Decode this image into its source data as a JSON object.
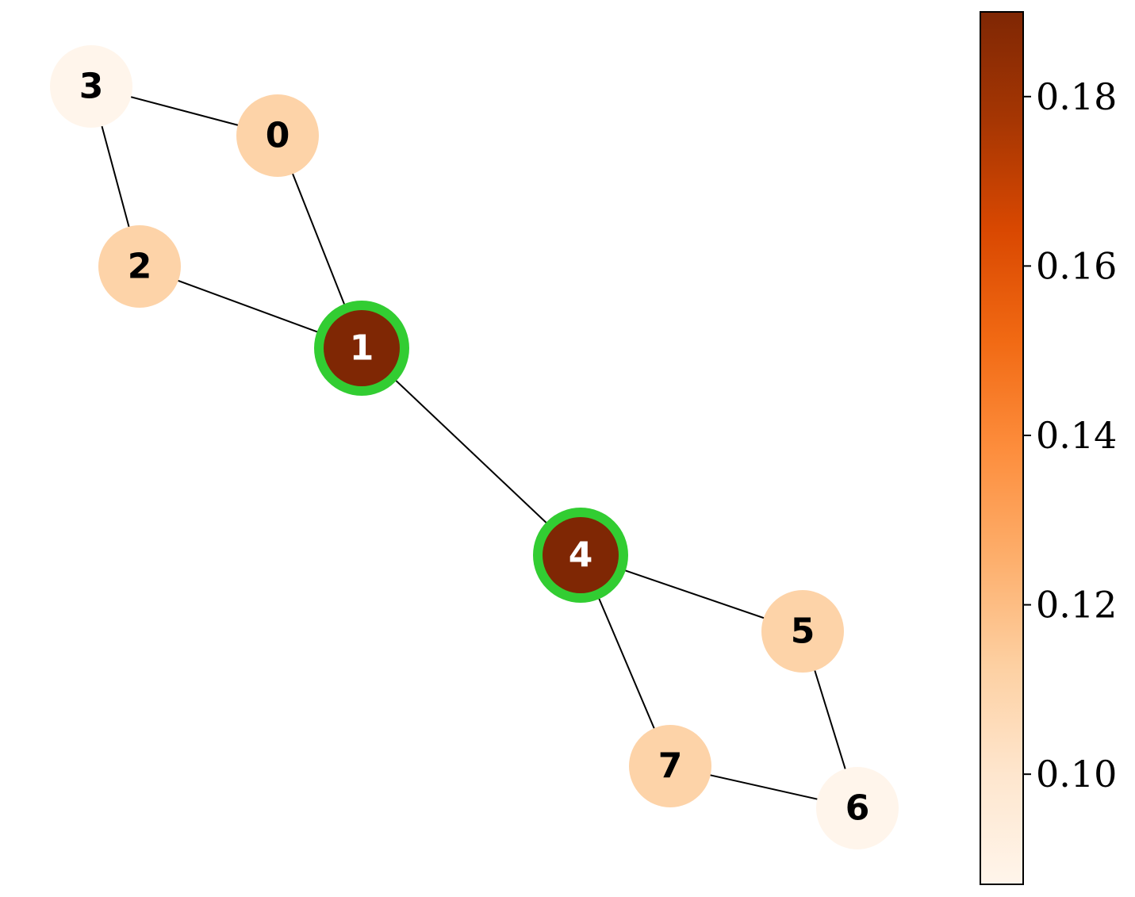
{
  "graph": {
    "nodes": [
      {
        "id": "0",
        "label": "0",
        "value": 0.111,
        "highlighted": false
      },
      {
        "id": "1",
        "label": "1",
        "value": 0.19,
        "highlighted": true
      },
      {
        "id": "2",
        "label": "2",
        "value": 0.111,
        "highlighted": false
      },
      {
        "id": "3",
        "label": "3",
        "value": 0.087,
        "highlighted": false
      },
      {
        "id": "4",
        "label": "4",
        "value": 0.19,
        "highlighted": true
      },
      {
        "id": "5",
        "label": "5",
        "value": 0.111,
        "highlighted": false
      },
      {
        "id": "6",
        "label": "6",
        "value": 0.087,
        "highlighted": false
      },
      {
        "id": "7",
        "label": "7",
        "value": 0.111,
        "highlighted": false
      }
    ],
    "edges": [
      [
        "3",
        "0"
      ],
      [
        "3",
        "2"
      ],
      [
        "0",
        "1"
      ],
      [
        "2",
        "1"
      ],
      [
        "1",
        "4"
      ],
      [
        "4",
        "5"
      ],
      [
        "4",
        "7"
      ],
      [
        "5",
        "6"
      ],
      [
        "7",
        "6"
      ]
    ],
    "highlight_color": "#32cd32",
    "edge_color": "#000000"
  },
  "colorbar": {
    "colormap": "Oranges",
    "range": [
      0.087,
      0.19
    ],
    "ticks": [
      {
        "value": 0.1,
        "label": "0.10"
      },
      {
        "value": 0.12,
        "label": "0.12"
      },
      {
        "value": 0.14,
        "label": "0.14"
      },
      {
        "value": 0.16,
        "label": "0.16"
      },
      {
        "value": 0.18,
        "label": "0.18"
      }
    ]
  }
}
